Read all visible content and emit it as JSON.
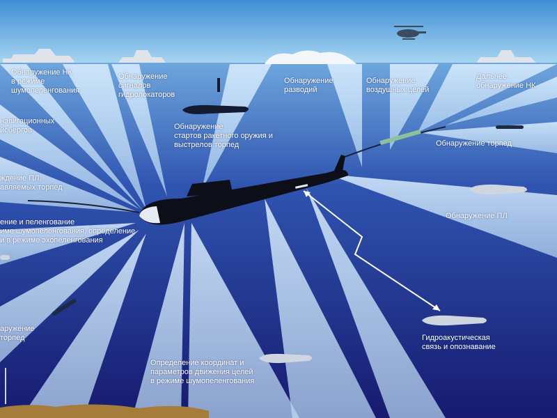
{
  "colors": {
    "sky_top": "#3e8ed6",
    "sky_horizon": "#a9d6f2",
    "water_top": "#7fb0e2",
    "water_bottom": "#171a6f",
    "beam": "#cfe6f8",
    "label": "#ffffff",
    "seabed": "#a67c3a"
  },
  "labels": [
    {
      "id": "surface-ships-passive",
      "text": "Обнаружение НК\nв режиме\nшумопеленгования"
    },
    {
      "id": "sonar-signals",
      "text": "Обнаружение\nсигналов\nгидролокаторов"
    },
    {
      "id": "ice-leads",
      "text": "Обнаружение\nразводий"
    },
    {
      "id": "air-targets",
      "text": "Обнаружение\nвоздушных целей"
    },
    {
      "id": "long-range-surface",
      "text": "Дальнее\nобнаружение НК"
    },
    {
      "id": "navigation-hazards",
      "text": "навигационных\nйсбергов"
    },
    {
      "id": "missile-launch",
      "text": "Обнаружение\nстартов ракетного оружия и\nвыстрелов торпед"
    },
    {
      "id": "torpedo-detection",
      "text": "Обнаружение торпед"
    },
    {
      "id": "submarine-guided-torpedoes",
      "text": "ждение ПЛ,\nавляемых торпед"
    },
    {
      "id": "submarine-detection",
      "text": "Обнаружение ПЛ"
    },
    {
      "id": "direction-finding",
      "text": "ение и пеленгование\nиме шумопеленгования, определение\nи в режиме эхопеленгования"
    },
    {
      "id": "torpedo-left",
      "text": "аружение\nторпед"
    },
    {
      "id": "coordinates",
      "text": "Определение координат и\nпараметров движения целей\nв режиме шумопеленгования"
    },
    {
      "id": "hydroacoustic-comm",
      "text": "Гидроакустическая\nсвязь и опознавание"
    }
  ]
}
